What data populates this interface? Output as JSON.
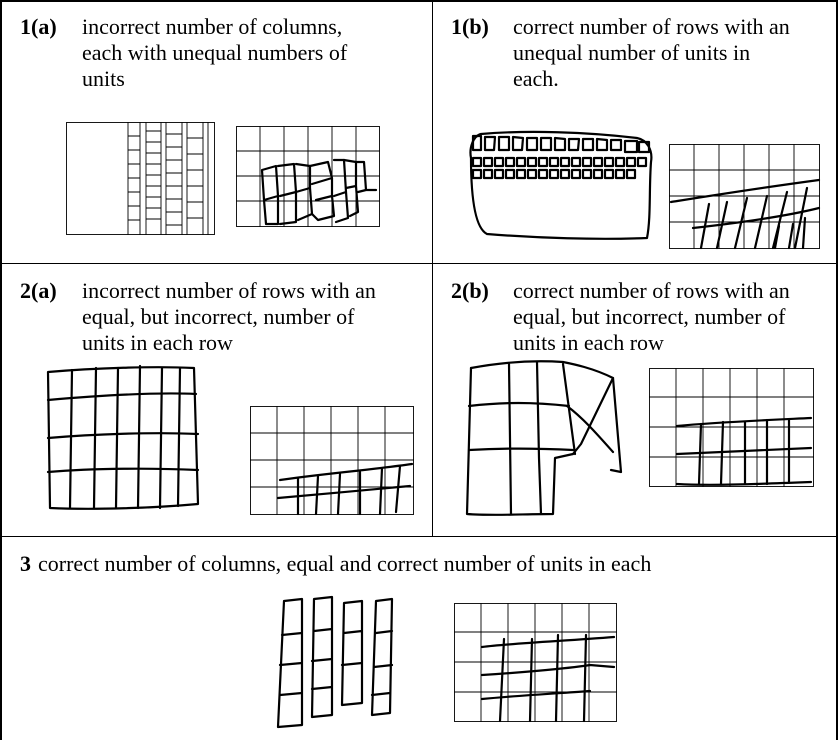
{
  "cells": {
    "c1a": {
      "code": "1(a)",
      "lines": [
        "incorrect number of columns,",
        "each with unequal numbers of",
        "units"
      ]
    },
    "c1b": {
      "code": "1(b)",
      "lines": [
        "correct number of rows with an",
        "unequal number of units in",
        "each."
      ]
    },
    "c2a": {
      "code": "2(a)",
      "lines": [
        "incorrect number of rows with an",
        "equal, but incorrect, number of",
        "units in each row"
      ]
    },
    "c2b": {
      "code": "2(b)",
      "lines": [
        "correct number of rows with an",
        "equal, but incorrect, number of",
        "units in each row"
      ]
    },
    "c3": {
      "code": "3",
      "text": "correct number of columns, equal and correct number of units in each"
    }
  }
}
